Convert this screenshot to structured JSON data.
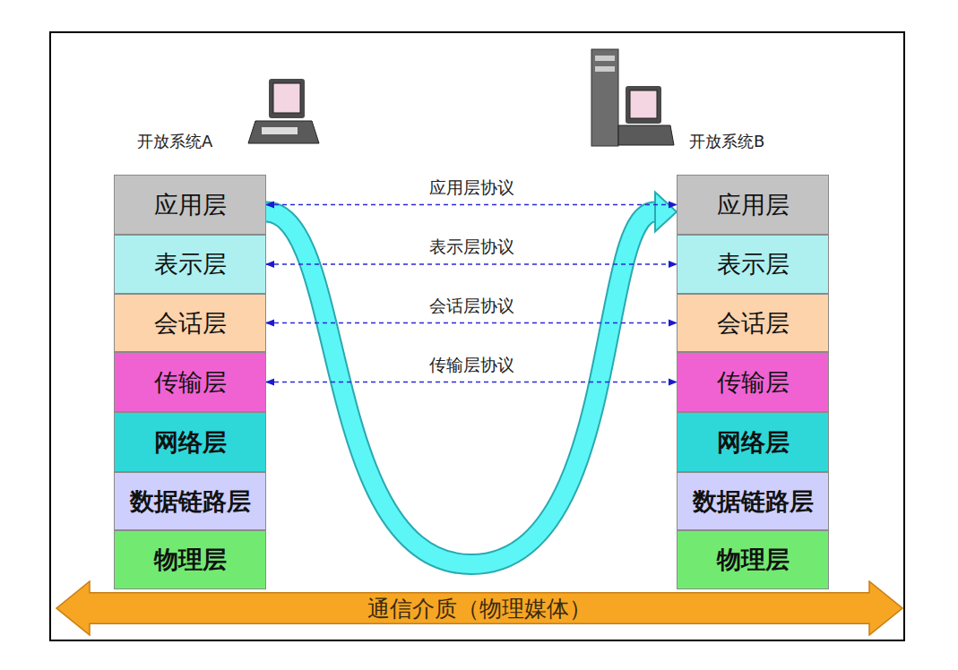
{
  "diagram": {
    "nodes": [
      {
        "text": [
          "应用层"
        ]
      },
      {
        "text": [
          "表示层"
        ]
      },
      {
        "text": [
          "会话层"
        ]
      },
      {
        "text": [
          "传输层"
        ]
      },
      {
        "text": [
          "网络层"
        ]
      },
      {
        "text": [
          "数据链路层"
        ]
      },
      {
        "text": [
          "物理层"
        ]
      },
      {
        "text": [
          "应用层"
        ]
      },
      {
        "text": [
          "表示层"
        ]
      },
      {
        "text": [
          "会话层"
        ]
      },
      {
        "text": [
          "传输层"
        ]
      },
      {
        "text": [
          "网络层"
        ]
      },
      {
        "text": [
          "数据链路层"
        ]
      },
      {
        "text": [
          "物理层"
        ]
      },
      {
        "text": [
          "通信介质（物理媒体）"
        ]
      }
    ],
    "edges": [
      {
        "from": 0,
        "to": 7,
        "arrow": "both",
        "label": "应用层协议"
      },
      {
        "from": 1,
        "to": 8,
        "arrow": "both",
        "label": "表示层协议"
      },
      {
        "from": 2,
        "to": 9,
        "arrow": "both",
        "label": "会话层协议"
      },
      {
        "from": 3,
        "to": 10,
        "arrow": "both",
        "label": "传输层协议"
      },
      {
        "from": 0,
        "to": 7,
        "arrow": "to"
      }
    ],
    "labels": [
      "开放系统A",
      "开放系统B"
    ]
  }
}
